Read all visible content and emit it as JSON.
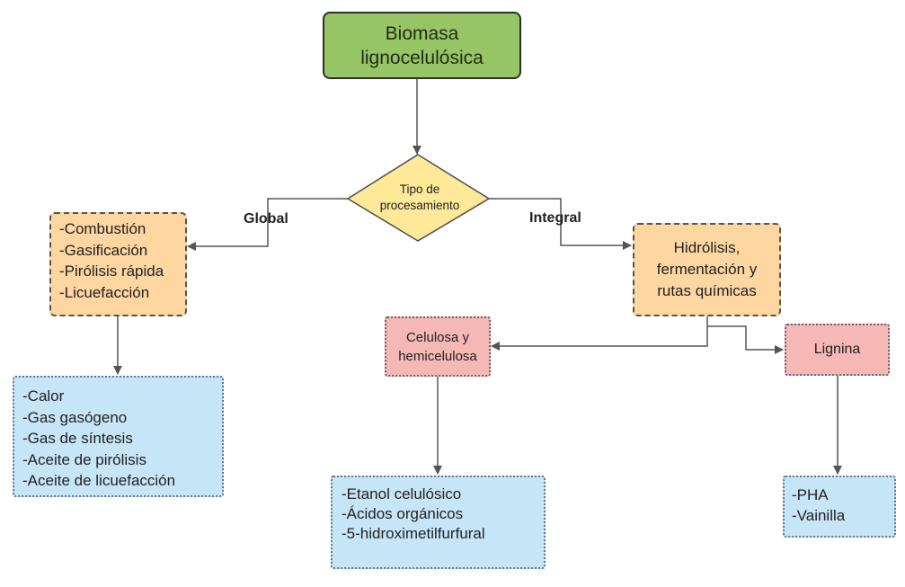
{
  "diagram": {
    "root": {
      "label": "Biomasa\nlignocelulósica"
    },
    "decision": {
      "label": "Tipo de\nprocesamiento"
    },
    "edges": {
      "global_label": "Global",
      "integral_label": "Integral"
    },
    "global_methods": {
      "items": [
        "-Combustión",
        "-Gasificación",
        "-Pirólisis rápida",
        "-Licuefacción"
      ]
    },
    "global_products": {
      "items": [
        "-Calor",
        "-Gas gasógeno",
        "-Gas de síntesis",
        "-Aceite de pirólisis",
        "-Aceite de licuefacción"
      ]
    },
    "integral_methods": {
      "label": "Hidrólisis,\nfermentación y\nrutas químicas"
    },
    "celulosa": {
      "label": "Celulosa y\nhemicelulosa",
      "products": [
        "-Etanol celulósico",
        "-Ácidos orgánicos",
        "-5-hidroximetilfurfural"
      ]
    },
    "lignina": {
      "label": "Lignina",
      "products": [
        "-PHA",
        "-Vainilla"
      ]
    },
    "colors": {
      "root_fill": "#97c566",
      "decision_fill": "#fee999",
      "method_fill": "#fdd6a1",
      "fraction_fill": "#f5b8b5",
      "product_fill": "#c6e5f7",
      "connector": "#555555"
    }
  }
}
